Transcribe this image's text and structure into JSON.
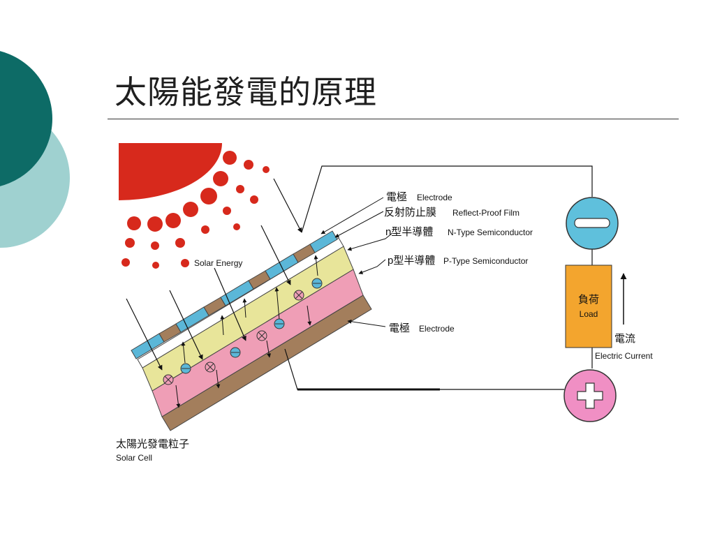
{
  "slide": {
    "title": "太陽能發電的原理",
    "colors": {
      "deco_dark": "#0d6b66",
      "deco_light": "#9fd1d0",
      "rule": "#333333"
    }
  },
  "diagram": {
    "labels": {
      "electrode_top_zh": "電極",
      "electrode_top_en": "Electrode",
      "film_zh": "反射防止膜",
      "film_en": "Reflect-Proof Film",
      "ntype_zh": "n型半導體",
      "ntype_en": "N-Type Semiconductor",
      "ptype_zh": "p型半導體",
      "ptype_en": "P-Type Semiconductor",
      "electrode_bottom_zh": "電極",
      "electrode_bottom_en": "Electrode",
      "solar_energy": "Solar Energy",
      "load_zh": "負荷",
      "load_en": "Load",
      "current_zh": "電流",
      "current_en": "Electric Current",
      "cell_zh": "太陽光發電粒子",
      "cell_en": "Solar Cell"
    },
    "icons": {
      "minus_terminal": "minus-terminal-icon",
      "plus_terminal": "plus-terminal-icon",
      "current_arrow": "arrow-up-icon"
    },
    "colors": {
      "sun": "#d7291c",
      "blue_film": "#5bb7d8",
      "electrode_brown": "#a37e5c",
      "n_layer": "#e8e59a",
      "p_layer": "#ef9eb6",
      "load_box": "#f3a52e",
      "minus_circle": "#5fc0dc",
      "plus_circle": "#f08fc4"
    }
  }
}
